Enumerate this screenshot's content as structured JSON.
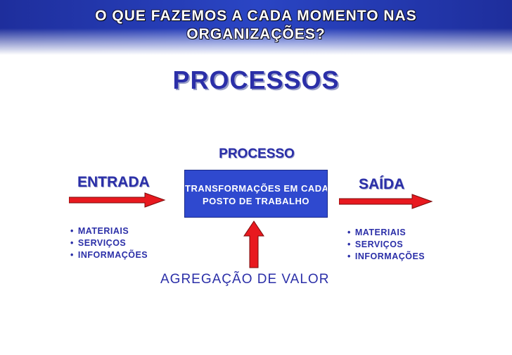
{
  "header": {
    "title": "O QUE FAZEMOS A CADA MOMENTO NAS ORGANIZAÇÕES?"
  },
  "main_title": "PROCESSOS",
  "process": {
    "label": "PROCESSO",
    "box_line1": "TRANSFORMAÇÕES EM CADA",
    "box_line2": "POSTO DE TRABALHO"
  },
  "input": {
    "label": "ENTRADA",
    "items": [
      "MATERIAIS",
      "SERVIÇOS",
      "INFORMAÇÕES"
    ]
  },
  "output": {
    "label": "SAÍDA",
    "items": [
      "MATERIAIS",
      "SERVIÇOS",
      "INFORMAÇÕES"
    ]
  },
  "value_added": "AGREGAÇÃO DE VALOR",
  "colors": {
    "accent_blue": "#2b2fa8",
    "box_blue": "#2f49cf",
    "arrow_red": "#e8191f",
    "header_blue": "#2a45c4"
  }
}
